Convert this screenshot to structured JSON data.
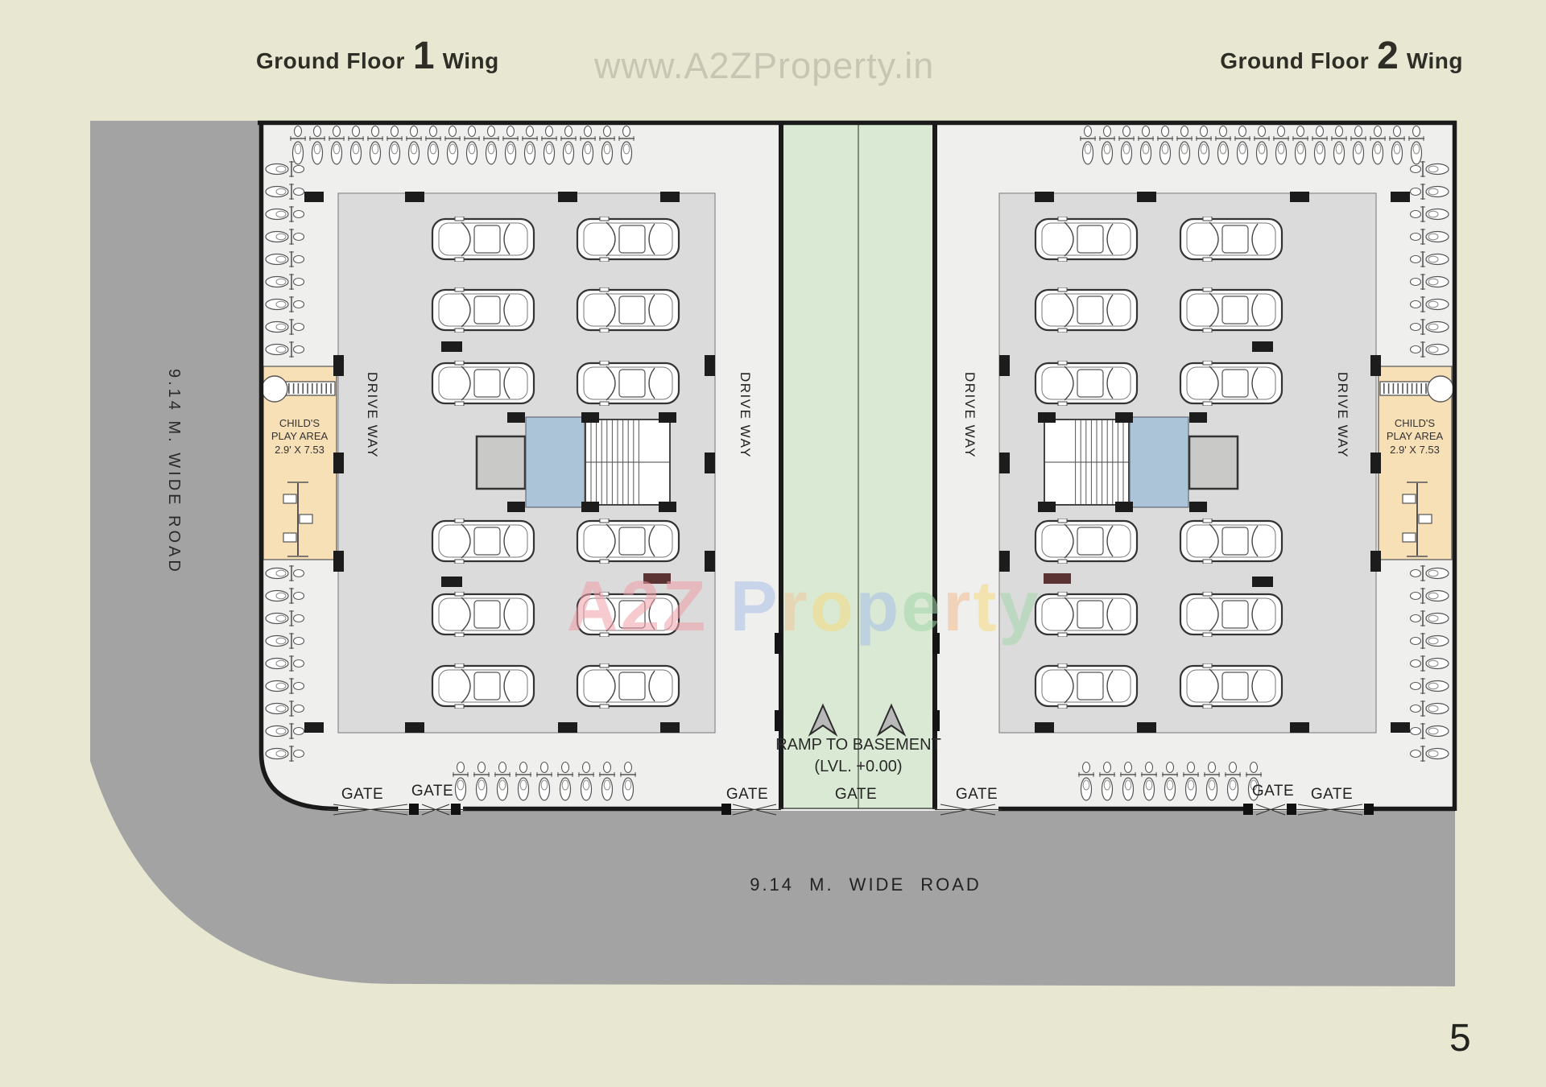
{
  "titles": {
    "left": {
      "prefix": "Ground Floor",
      "number": "1",
      "suffix": "Wing"
    },
    "right": {
      "prefix": "Ground Floor",
      "number": "2",
      "suffix": "Wing"
    }
  },
  "watermark": {
    "top": "www.A2ZProperty.in",
    "center_letters": [
      {
        "ch": "A",
        "color": "#ef9fa9"
      },
      {
        "ch": "2",
        "color": "#ef9fa9"
      },
      {
        "ch": "Z",
        "color": "#ef9fa9"
      },
      {
        "ch": " ",
        "color": "#ffffff"
      },
      {
        "ch": "P",
        "color": "#a9bfe8"
      },
      {
        "ch": "r",
        "color": "#f3c79e"
      },
      {
        "ch": "o",
        "color": "#f6da7e"
      },
      {
        "ch": "p",
        "color": "#a9bfe8"
      },
      {
        "ch": "e",
        "color": "#a4d6ac"
      },
      {
        "ch": "r",
        "color": "#f2bd90"
      },
      {
        "ch": "t",
        "color": "#f6da7e"
      },
      {
        "ch": "y",
        "color": "#a4d6ac"
      }
    ]
  },
  "roads": {
    "left_label": "9.14 M.  WIDE  ROAD",
    "bottom_label": "9.14 M.  WIDE  ROAD"
  },
  "plan": {
    "driveway_label": "DRIVE WAY",
    "gate_label": "GATE",
    "gate_count": 7,
    "ramp": {
      "line1": "RAMP TO BASEMENT",
      "line2": "(LVL. +0.00)"
    },
    "play_area": {
      "line1": "CHILD'S",
      "line2": "PLAY AREA",
      "line3": "2.9' X 7.53"
    },
    "parking": {
      "cars_per_wing": 12,
      "two_wheeler_top_row_per_wing": 18,
      "two_wheeler_side_column_per_wing": 18,
      "two_wheeler_bottom_row_per_wing": 9
    }
  },
  "page": {
    "number": "5"
  },
  "colors": {
    "background": "#e7e7d2",
    "road": "#a3a3a3",
    "plan_interior": "#efefed",
    "parking_area": "#dbdbdb",
    "ramp": "#d9e9d3",
    "core_lobby": "#abc4d8",
    "lift": "#c9c9c7",
    "play_area": "#f7dfb6",
    "boundary": "#1a1a1a",
    "column": "#1c1c1c",
    "accent_maroon": "#5b3333"
  }
}
